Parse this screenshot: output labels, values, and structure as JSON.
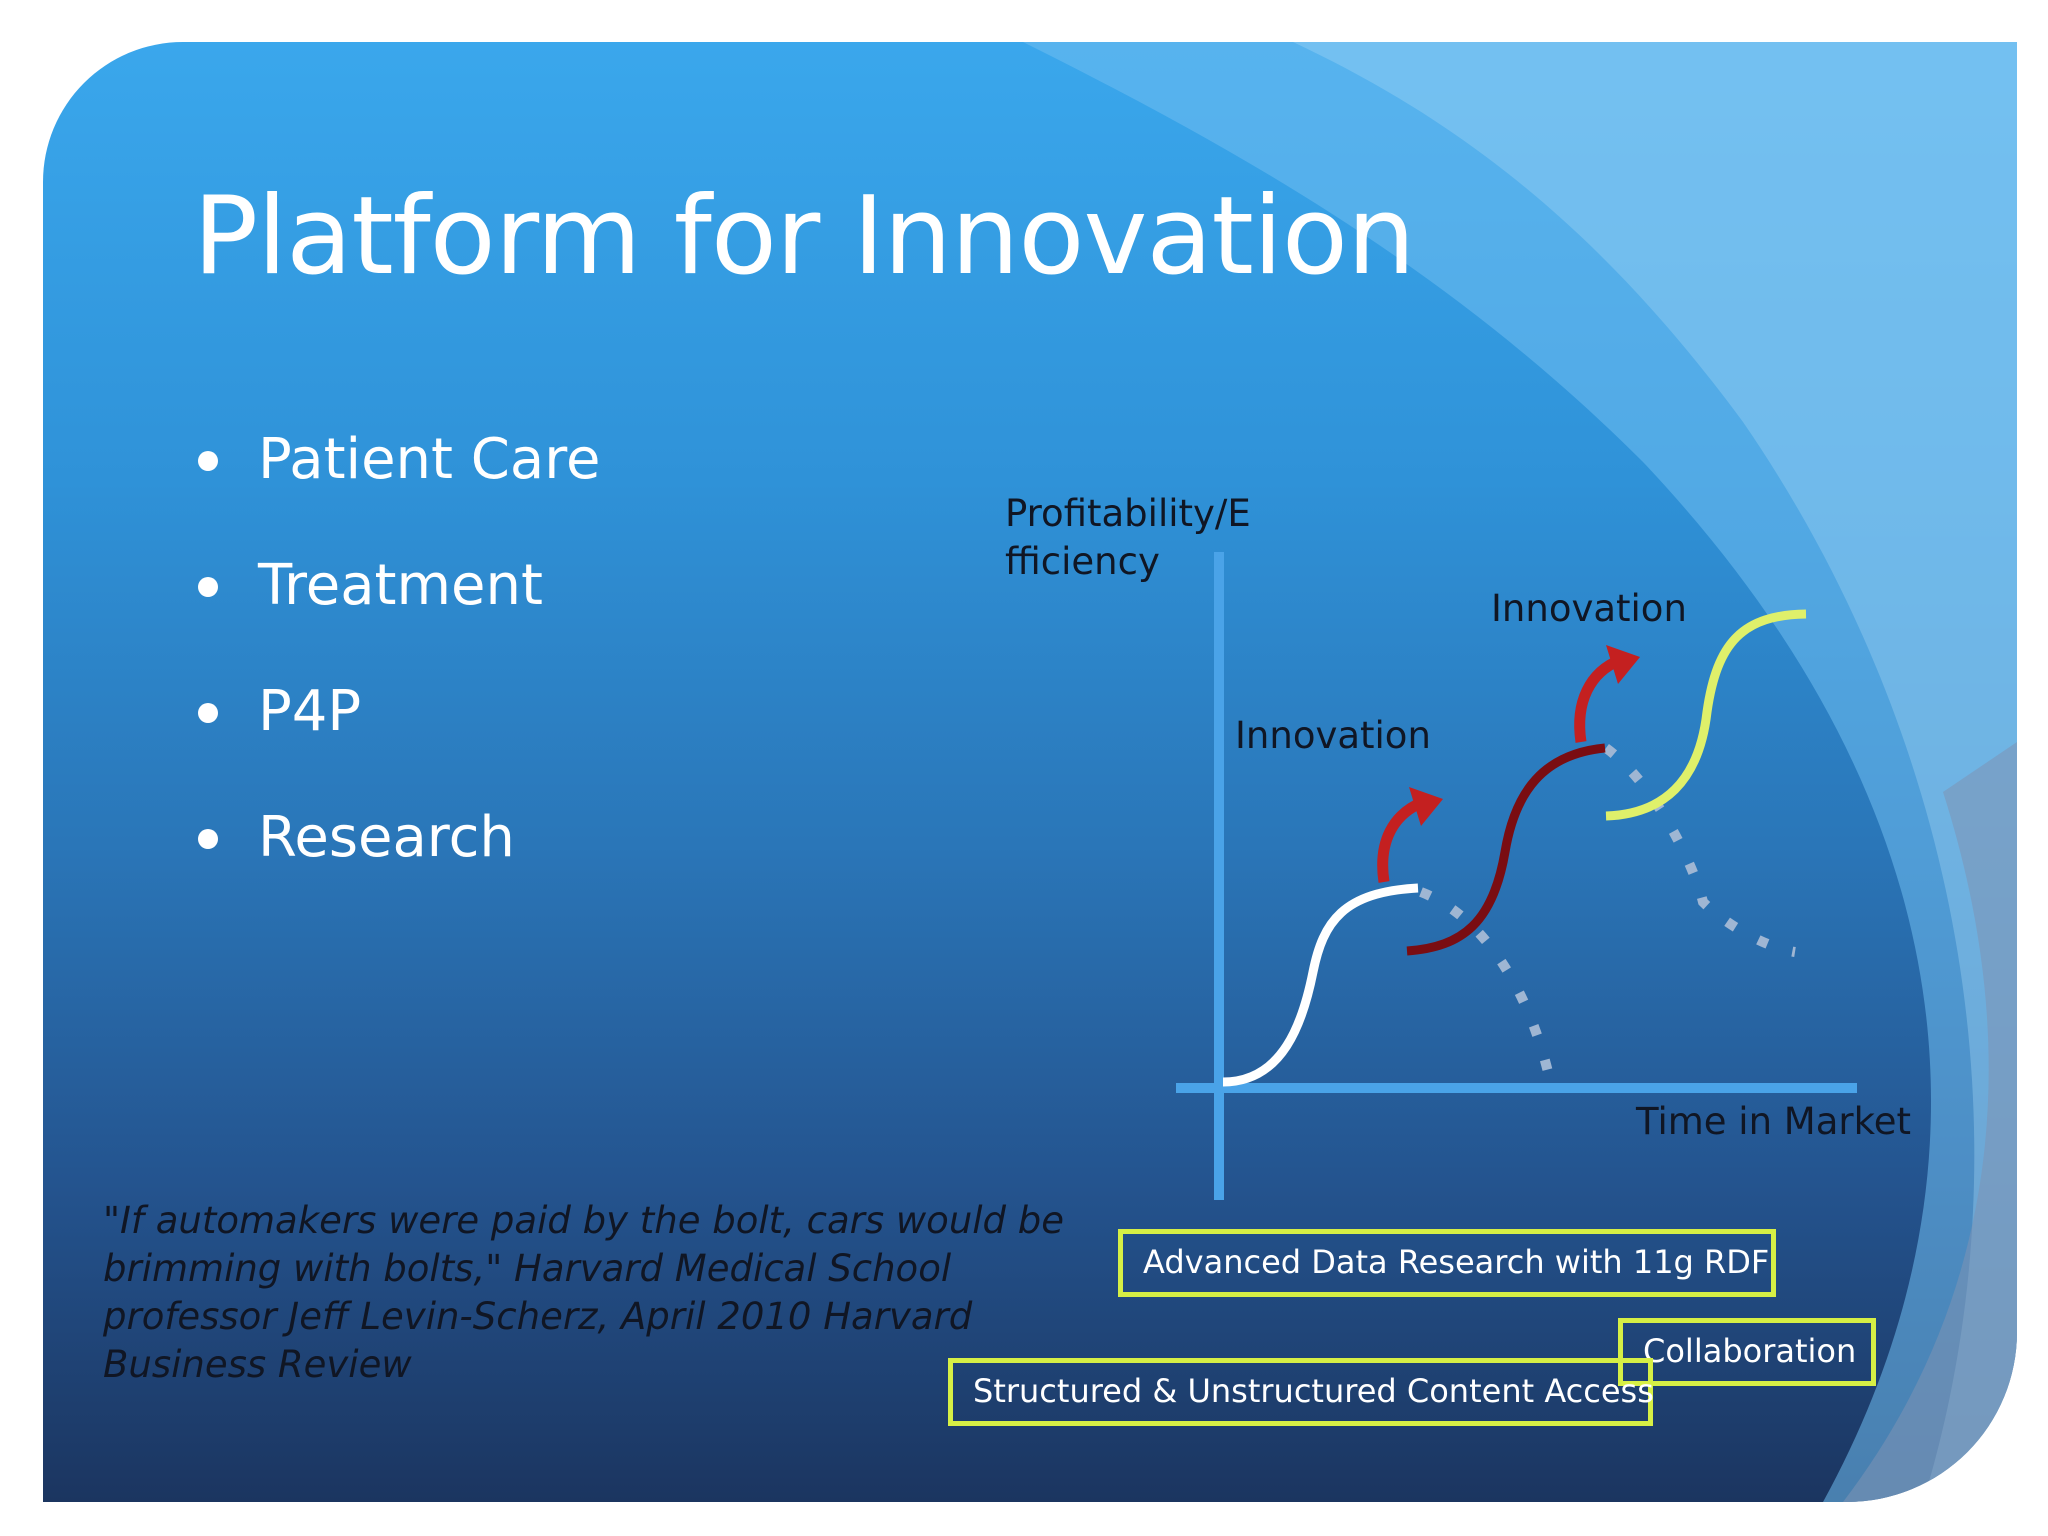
{
  "slide": {
    "title": "Platform for Innovation",
    "bullets": [
      "Patient Care",
      "Treatment",
      "P4P",
      "Research"
    ],
    "quote": "\"If automakers were paid by the bolt, cars would be brimming with bolts,\" Harvard Medical School professor Jeff Levin-Scherz, April 2010 Harvard Business Review"
  },
  "diagram": {
    "y_axis_label_line1": "Profitability/E",
    "y_axis_label_line2": "fficiency",
    "x_axis_label": "Time in Market",
    "innovation_label_1": "Innovation",
    "innovation_label_2": "Innovation",
    "boxes": {
      "advanced": "Advanced Data Research with 11g RDF",
      "collaboration": "Collaboration",
      "structured": "Structured & Unstructured Content Access"
    }
  },
  "colors": {
    "axis": "#4aa3e8",
    "curve_1": "#ffffff",
    "curve_2": "#7a0d12",
    "curve_3": "#dff06a",
    "arrow": "#c42020",
    "box_border": "#d6ef45",
    "dots": "#9fb6d3"
  }
}
